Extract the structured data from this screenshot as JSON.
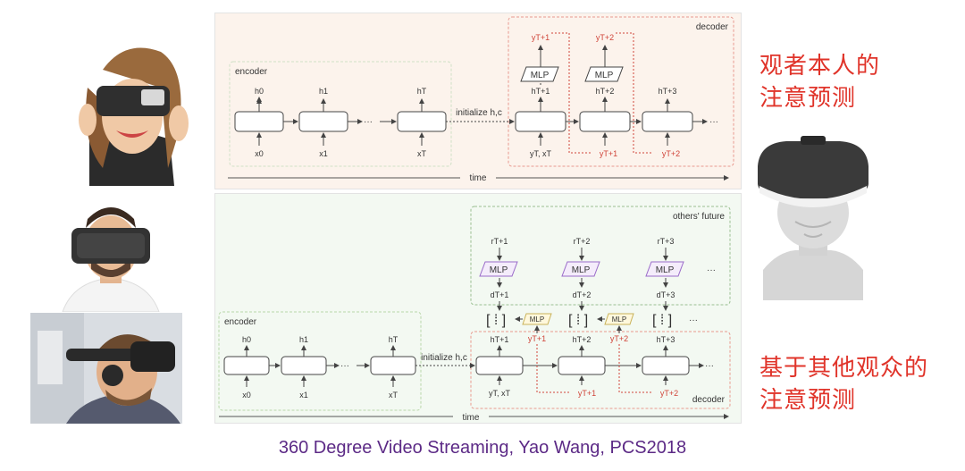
{
  "top_diagram": {
    "encoder_label": "encoder",
    "decoder_label": "decoder",
    "init_label": "initialize h,c",
    "time_label": "time",
    "ellipsis": "···",
    "enc_hidden": [
      "h0",
      "h1",
      "hT"
    ],
    "enc_inputs": [
      "x0",
      "x1",
      "xT"
    ],
    "dec_hidden": [
      "hT+1",
      "hT+2",
      "hT+3"
    ],
    "dec_inputs": [
      "yT, xT",
      "yT+1",
      "yT+2"
    ],
    "dec_outputs": [
      "yT+1",
      "yT+2"
    ],
    "mlp_label": "MLP"
  },
  "bottom_diagram": {
    "encoder_label": "encoder",
    "decoder_label": "decoder",
    "others_future_label": "others' future",
    "init_label": "initialize h,c",
    "time_label": "time",
    "ellipsis": "···",
    "enc_hidden": [
      "h0",
      "h1",
      "hT"
    ],
    "enc_inputs": [
      "x0",
      "x1",
      "xT"
    ],
    "dec_hidden": [
      "hT+1",
      "hT+2",
      "hT+3"
    ],
    "dec_inputs": [
      "yT, xT",
      "yT+1",
      "yT+2"
    ],
    "side_outputs": [
      "yT+1",
      "yT+2"
    ],
    "others_inputs": [
      "rT+1",
      "rT+2",
      "rT+3"
    ],
    "others_outputs": [
      "dT+1",
      "dT+2",
      "dT+3"
    ],
    "mlp_label": "MLP"
  },
  "labels": {
    "top_right_line1": "观者本人的",
    "top_right_line2": "注意预测",
    "bottom_right_line1": "基于其他观众的",
    "bottom_right_line2": "注意预测"
  },
  "caption": "360 Degree Video Streaming, Yao Wang, PCS2018",
  "colors": {
    "accent_red": "#e0342a",
    "caption_purple": "#5c2a86",
    "mlp_purple": "#9a6bc9"
  }
}
